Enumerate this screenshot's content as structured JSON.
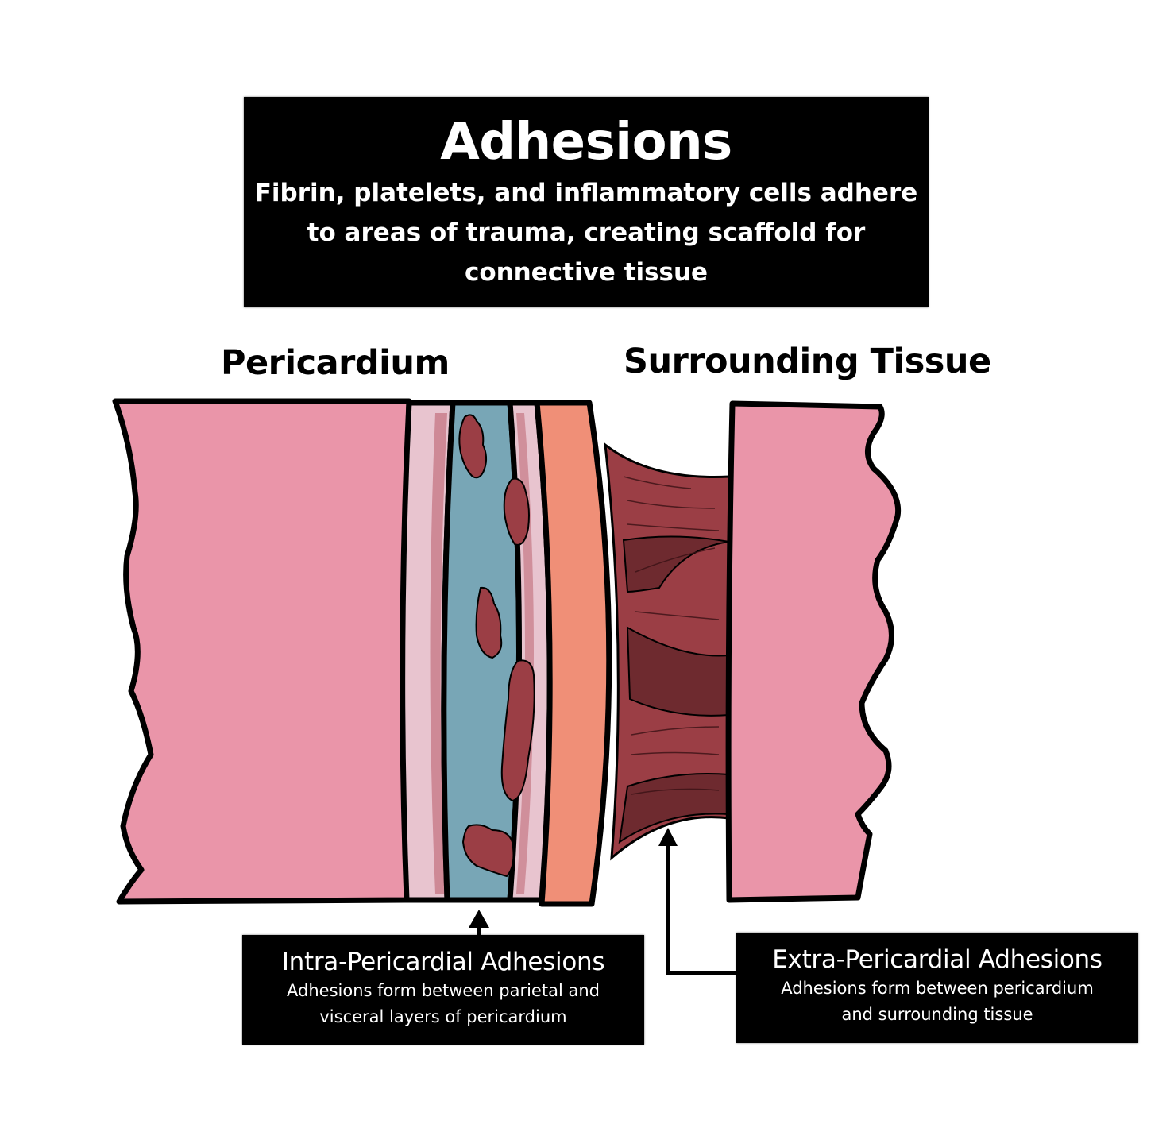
{
  "header": {
    "title": "Adhesions",
    "description_lines": [
      "Fibrin, platelets, and inflammatory cells adhere",
      "to areas of trauma, creating scaffold for",
      "connective tissue"
    ]
  },
  "labels": {
    "pericardium": "Pericardium",
    "surrounding_tissue": "Surrounding Tissue"
  },
  "callouts": {
    "intra": {
      "title": "Intra-Pericardial Adhesions",
      "description_lines": [
        "Adhesions form between parietal and",
        "visceral layers of pericardium"
      ]
    },
    "extra": {
      "title": "Extra-Pericardial Adhesions",
      "description_lines": [
        "Adhesions form between pericardium",
        "and surrounding tissue"
      ]
    }
  },
  "colors": {
    "tissue_pink": "#ea95a9",
    "layer_light_pink": "#e8c4cf",
    "pericardial_space_blue": "#78a6b6",
    "fibrous_layer_salmon": "#f08f77",
    "adhesion_red": "#9b3e45",
    "adhesion_dark": "#6e2a2f",
    "outline": "#000000",
    "box_bg": "#000000",
    "box_text": "#ffffff"
  }
}
